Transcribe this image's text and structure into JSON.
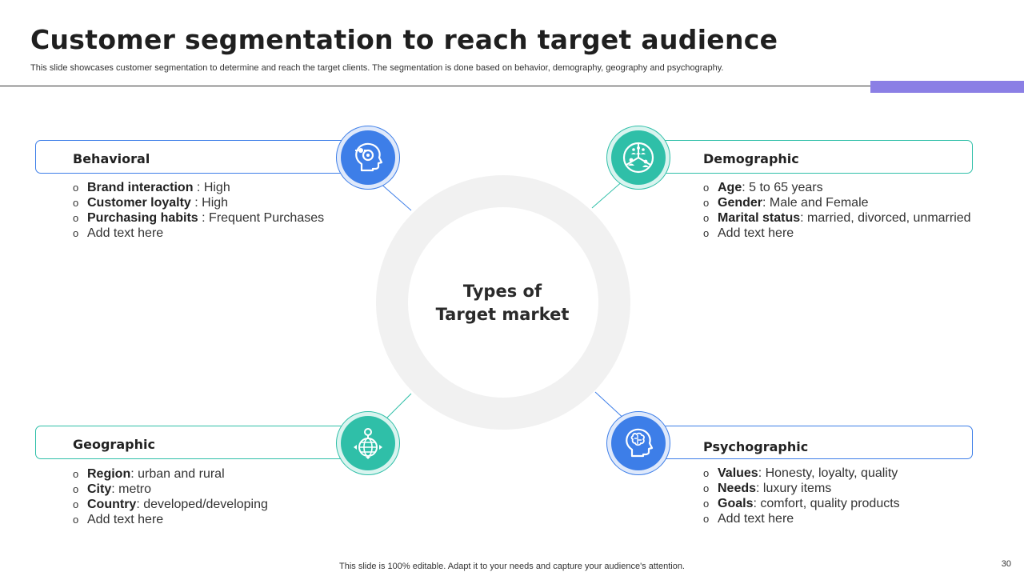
{
  "header": {
    "title": "Customer segmentation to reach target audience",
    "subtitle": "This slide showcases customer segmentation to determine and reach the target clients. The segmentation is done based on behavior, demography, geography and psychography."
  },
  "colors": {
    "accent_bar": "#8b7fe5",
    "blue": "#3d7ee8",
    "teal": "#2fbfa8",
    "ring": "#f1f1f1"
  },
  "center": {
    "line1": "Types of",
    "line2": "Target market"
  },
  "segments": {
    "behavioral": {
      "title": "Behavioral",
      "icon": "head-gears-icon",
      "items": [
        {
          "label": "Brand interaction",
          "sep": " : ",
          "value": "High"
        },
        {
          "label": "Customer loyalty",
          "sep": " : ",
          "value": "High"
        },
        {
          "label": "Purchasing habits",
          "sep": " : ",
          "value": "Frequent Purchases"
        },
        {
          "label": "",
          "sep": "",
          "value": "Add text here"
        }
      ]
    },
    "demographic": {
      "title": "Demographic",
      "icon": "people-segments-icon",
      "items": [
        {
          "label": "Age",
          "sep": ": ",
          "value": "5 to 65 years"
        },
        {
          "label": "Gender",
          "sep": ": ",
          "value": "Male and Female"
        },
        {
          "label": "Marital status",
          "sep": ": ",
          "value": "married, divorced, unmarried"
        },
        {
          "label": "",
          "sep": "",
          "value": "Add text here"
        }
      ]
    },
    "geographic": {
      "title": "Geographic",
      "icon": "globe-pin-icon",
      "items": [
        {
          "label": "Region",
          "sep": ": ",
          "value": "urban and rural"
        },
        {
          "label": "City",
          "sep": ": ",
          "value": "metro"
        },
        {
          "label": "Country",
          "sep": ": ",
          "value": "developed/developing"
        },
        {
          "label": "",
          "sep": "",
          "value": "Add text here"
        }
      ]
    },
    "psychographic": {
      "title": "Psychographic",
      "icon": "head-brain-icon",
      "items": [
        {
          "label": "Values",
          "sep": ": ",
          "value": "Honesty,  loyalty,  quality"
        },
        {
          "label": "Needs",
          "sep": ": ",
          "value": "luxury  items"
        },
        {
          "label": "Goals",
          "sep": ": ",
          "value": "comfort,  quality products"
        },
        {
          "label": "",
          "sep": "",
          "value": "Add text here"
        }
      ]
    }
  },
  "footer": {
    "note": "This slide is 100% editable. Adapt it to your needs and capture your audience's attention.",
    "page_number": "30"
  }
}
